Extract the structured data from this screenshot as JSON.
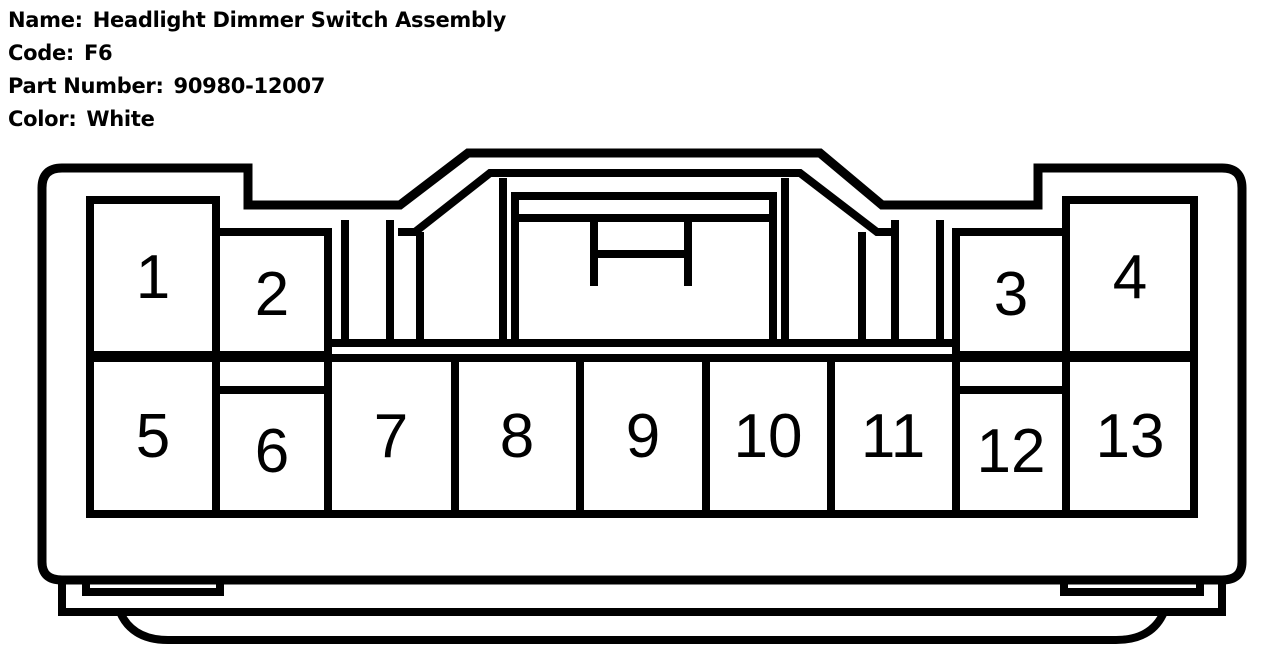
{
  "connector": {
    "name_label": "Name:",
    "name_value": "Headlight Dimmer Switch Assembly",
    "code_label": "Code:",
    "code_value": "F6",
    "part_label": "Part Number:",
    "part_value": "90980-12007",
    "color_label": "Color:",
    "color_value": "White"
  },
  "pins": {
    "p1": "1",
    "p2": "2",
    "p3": "3",
    "p4": "4",
    "p5": "5",
    "p6": "6",
    "p7": "7",
    "p8": "8",
    "p9": "9",
    "p10": "10",
    "p11": "11",
    "p12": "12",
    "p13": "13"
  }
}
